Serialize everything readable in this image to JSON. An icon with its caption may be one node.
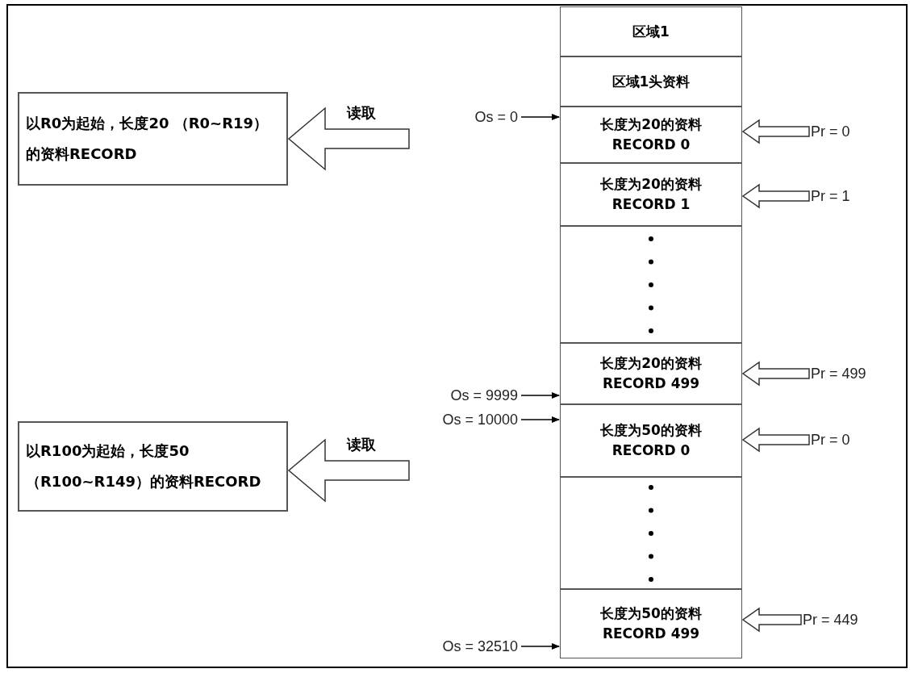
{
  "diagram": {
    "nodes": [
      {
        "text": [
          "区域1"
        ]
      },
      {
        "text": [
          "区域1头资料"
        ]
      },
      {
        "text": [
          "长度为20的资料",
          "RECORD 0"
        ]
      },
      {
        "text": [
          "长度为20的资料",
          "RECORD 1"
        ]
      },
      {
        "text": [],
        "shape": "box"
      },
      {
        "text": [
          "长度为20的资料",
          "RECORD 499"
        ]
      },
      {
        "text": [
          "长度为50的资料",
          "RECORD 0"
        ]
      },
      {
        "text": [],
        "shape": "box"
      },
      {
        "text": [
          "长度为50的资料",
          "RECORD 499"
        ]
      },
      {
        "text": [
          "以R0为起始，长度20 （R0~R19）的资料RECORD"
        ]
      },
      {
        "text": [
          "以R100为起始，长度50（R100~R149）的资料RECORD"
        ]
      },
      {
        "text": [
          "Os = 0"
        ]
      },
      {
        "text": [
          "Os = 9999"
        ]
      },
      {
        "text": [
          "Os = 10000"
        ]
      },
      {
        "text": [
          "Os = 32510"
        ]
      },
      {
        "text": [
          "Pr = 0"
        ]
      },
      {
        "text": [
          "Pr = 1"
        ]
      },
      {
        "text": [
          "Pr = 499"
        ]
      },
      {
        "text": [
          "Pr = 0"
        ]
      },
      {
        "text": [
          "Pr = 449"
        ]
      }
    ],
    "edges": [
      {
        "from": 11,
        "to": 2,
        "arrow": "to"
      },
      {
        "from": null,
        "to": 9,
        "arrow": "to",
        "label": "读取",
        "style": "thick"
      },
      {
        "from": 15,
        "to": 2,
        "arrow": "to",
        "style": "thick"
      },
      {
        "from": 16,
        "to": 3,
        "arrow": "to",
        "style": "thick"
      },
      {
        "from": 17,
        "to": 5,
        "arrow": "to",
        "style": "thick"
      },
      {
        "from": 12,
        "to": 5,
        "arrow": "to"
      },
      {
        "from": 13,
        "to": 6,
        "arrow": "to"
      },
      {
        "from": null,
        "to": 10,
        "arrow": "to",
        "label": "读取",
        "style": "thick"
      },
      {
        "from": 18,
        "to": 6,
        "arrow": "to",
        "style": "thick"
      },
      {
        "from": 19,
        "to": 8,
        "arrow": "to",
        "style": "thick"
      },
      {
        "from": 14,
        "to": 8,
        "arrow": "to"
      }
    ]
  }
}
